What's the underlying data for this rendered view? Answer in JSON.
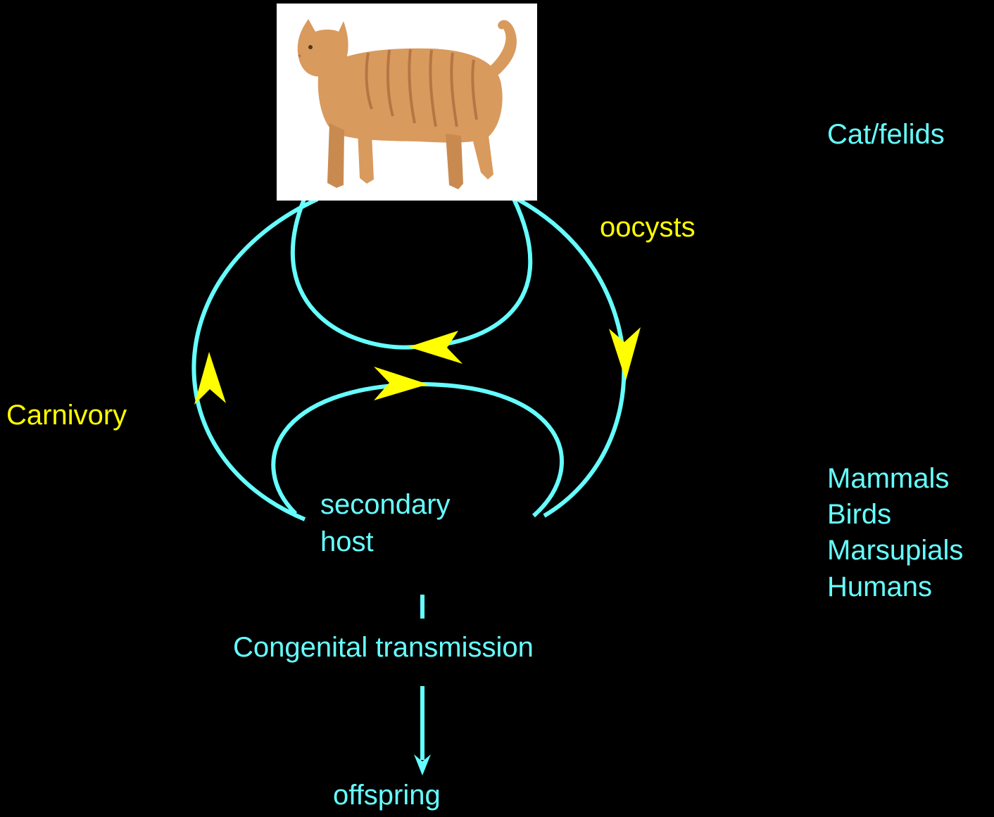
{
  "colors": {
    "background": "#000000",
    "arrow_line": "#66ffff",
    "arrow_head": "#ffff00",
    "label_cyan": "#66ffff",
    "label_yellow": "#ffff00",
    "photo_background": "#ffffff",
    "cat_fur": "#d99a5e"
  },
  "image": {
    "subject": "orange tabby cat",
    "icon": "cat-photo"
  },
  "labels": {
    "definitive_host": "Cat/felids",
    "oocysts": "oocysts",
    "carnivory": "Carnivory",
    "secondary_host_line1": "secondary",
    "secondary_host_line2": "host",
    "congenital": "Congenital transmission",
    "offspring": "offspring"
  },
  "host_list": [
    "Mammals",
    "Birds",
    "Marsupials",
    "Humans"
  ]
}
